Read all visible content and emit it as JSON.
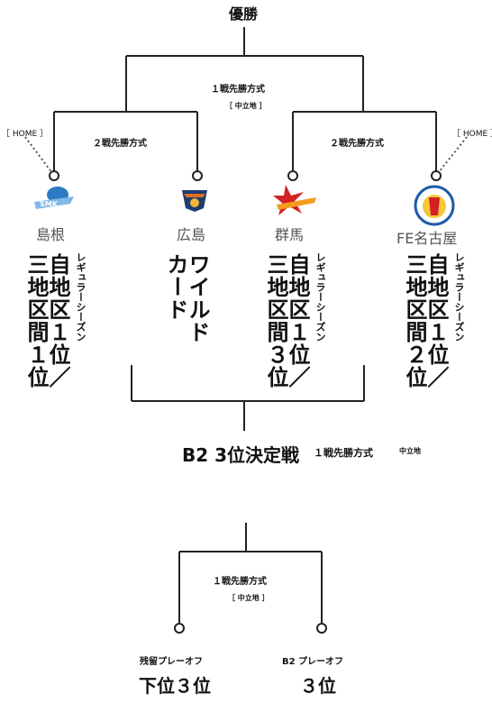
{
  "champion": "優勝",
  "final": {
    "format": "１戦先勝方式",
    "venue": "［ 中立地 ］"
  },
  "semi_left": {
    "format": "２戦先勝方式"
  },
  "semi_right": {
    "format": "２戦先勝方式"
  },
  "home_left": "［ HOME ］",
  "home_right": "［ HOME ］",
  "teams": [
    {
      "name": "島根",
      "label": "自地区１位／\n三地区間１位",
      "sub": "レギュラーシーズン",
      "icon": "shimane-logo-icon",
      "color": "#2b7bc4"
    },
    {
      "name": "広島",
      "label": "ワイルド\nカード",
      "sub": "",
      "icon": "hiroshima-logo-icon",
      "color": "#e07020"
    },
    {
      "name": "群馬",
      "label": "自地区１位／\n三地区間３位",
      "sub": "レギュラーシーズン",
      "icon": "gunma-logo-icon",
      "color": "#d32020"
    },
    {
      "name": "FE名古屋",
      "label": "自地区１位／\n三地区間２位",
      "sub": "レギュラーシーズン",
      "icon": "fe-nagoya-logo-icon",
      "color": "#1f5aa8"
    }
  ],
  "third_place": {
    "title": "B2 3位決定戦",
    "format": "１戦先勝方式",
    "venue": "中立地"
  },
  "lower": {
    "format": "１戦先勝方式",
    "venue": "［ 中立地 ］",
    "left": {
      "caption": "残留プレーオフ",
      "label": "下位３位"
    },
    "right": {
      "caption": "B2 プレーオフ",
      "label": "３位"
    }
  }
}
